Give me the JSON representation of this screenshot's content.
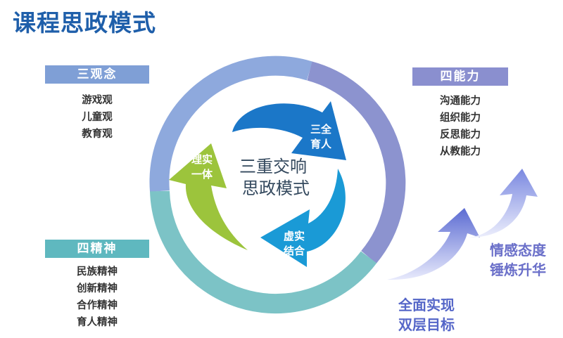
{
  "title": "课程思政模式",
  "center": {
    "line1": "三重交响",
    "line2": "思政模式"
  },
  "arrows": [
    {
      "line1": "三全",
      "line2": "育人",
      "color": "#1b77c8"
    },
    {
      "line1": "虚实",
      "line2": "结合",
      "color": "#1a9ad6"
    },
    {
      "line1": "理实",
      "line2": "一体",
      "color": "#9cc43c"
    }
  ],
  "panels": {
    "san_guan": {
      "title": "三观念",
      "color": "#7f9fd6",
      "items": [
        "游戏观",
        "儿童观",
        "教育观"
      ]
    },
    "si_neng": {
      "title": "四能力",
      "color": "#8a8fcf",
      "items": [
        "沟通能力",
        "组织能力",
        "反思能力",
        "从教能力"
      ]
    },
    "si_jing": {
      "title": "四精神",
      "color": "#5fb8bf",
      "items": [
        "民族精神",
        "创新精神",
        "合作精神",
        "育人精神"
      ]
    }
  },
  "achievements": {
    "a": {
      "line1": "全面实现",
      "line2": "双层目标",
      "color": "#5566c8"
    },
    "b": {
      "line1": "情感态度",
      "line2": "锤炼升华",
      "color": "#6a6fc9"
    }
  }
}
